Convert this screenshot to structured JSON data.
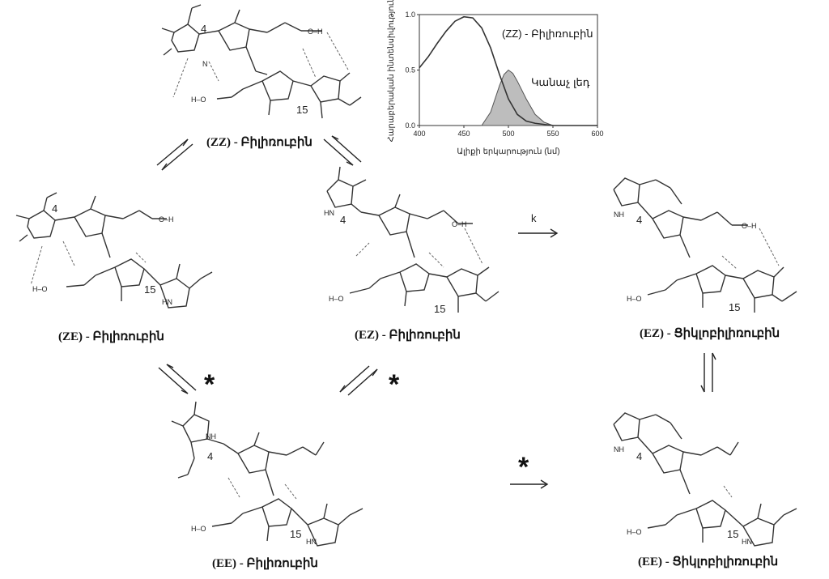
{
  "labels": {
    "zz_top": "(ZZ) - Բիլիռուբին",
    "ze": "(ZE) - Բիլիռուբին",
    "ez": "(EZ) - Բիլիռուբին",
    "ee": "(EE) - Բիլիռուբին",
    "ez_cyclo": "(EZ) - Ցիկլոբիլիռուբին",
    "ee_cyclo": "(EE) - Ցիկլոբիլիռուբին"
  },
  "arrows": {
    "k": "k",
    "star": "*"
  },
  "atom_numbers": {
    "four": "4",
    "fifteen": "15",
    "ho": "H–O",
    "o": "O",
    "h": "H",
    "n": "N",
    "hn": "HN",
    "nh": "NH",
    "oh": "O–H"
  },
  "chart_data": {
    "type": "area",
    "title": "",
    "xlabel": "Ալիքի երկարություն (նմ)",
    "ylabel": "Հարաբերական ինտենսիվություն",
    "xlim": [
      400,
      600
    ],
    "ylim": [
      0,
      1.0
    ],
    "x_ticks": [
      "400",
      "450",
      "500",
      "550",
      "600"
    ],
    "y_ticks": [
      "0.0",
      "0.5",
      "1.0"
    ],
    "series": [
      {
        "name": "(ZZ) - Բիլիռուբին",
        "x": [
          400,
          410,
          420,
          430,
          440,
          450,
          460,
          470,
          480,
          490,
          500,
          510,
          520,
          530,
          540,
          550,
          560,
          580,
          600
        ],
        "y": [
          0.52,
          0.62,
          0.74,
          0.85,
          0.94,
          0.98,
          0.97,
          0.88,
          0.7,
          0.46,
          0.24,
          0.1,
          0.04,
          0.02,
          0.01,
          0.0,
          0.0,
          0.0,
          0.0
        ],
        "color": "#333333"
      },
      {
        "name": "Կանաչ լեդ",
        "x": [
          470,
          480,
          490,
          495,
          500,
          505,
          510,
          520,
          530,
          540,
          550
        ],
        "y": [
          0.0,
          0.12,
          0.36,
          0.46,
          0.5,
          0.47,
          0.4,
          0.24,
          0.1,
          0.03,
          0.0
        ],
        "color": "#bdbdbd"
      }
    ],
    "legend": "inline-right"
  }
}
